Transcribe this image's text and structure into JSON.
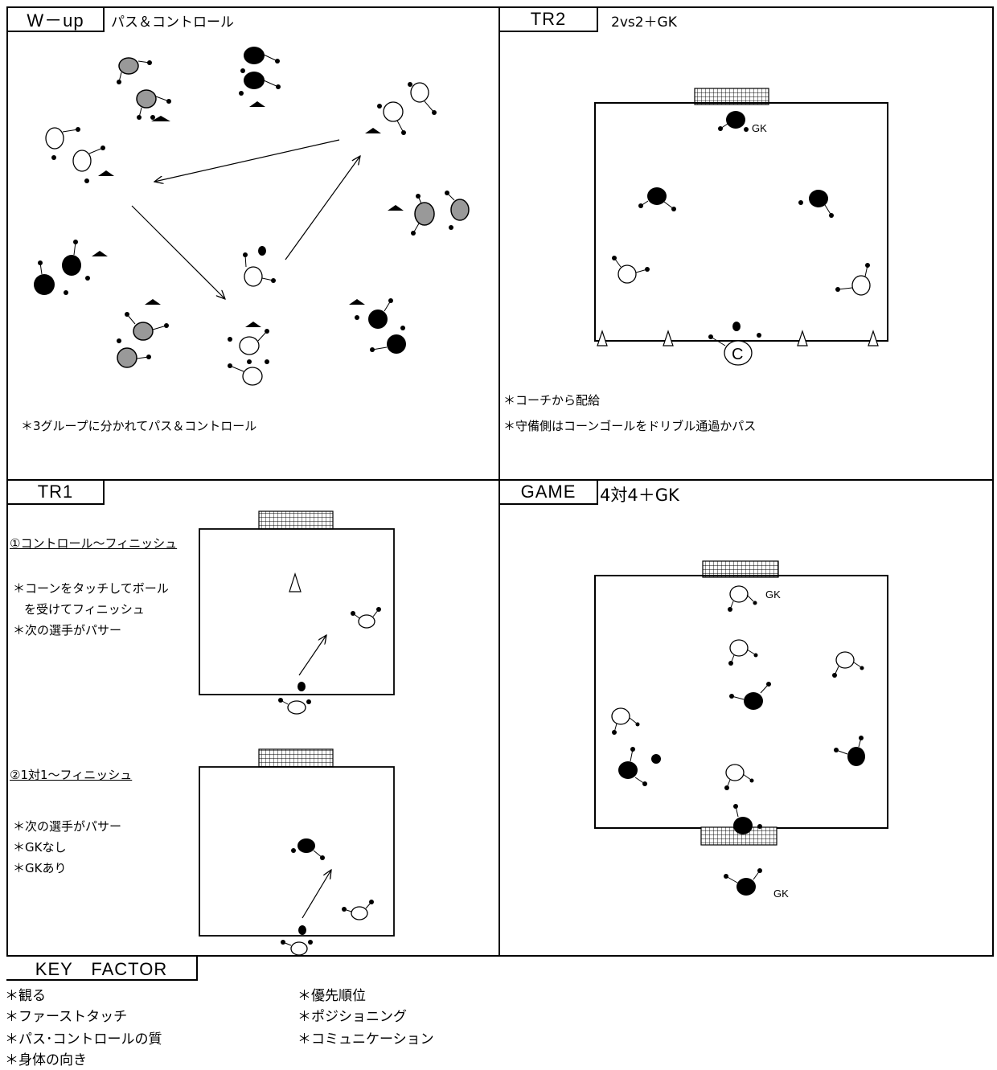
{
  "wup": {
    "tab": "W－up",
    "subtitle": "パス＆コントロール",
    "note": "＊3グループに分かれてパス＆コントロール"
  },
  "tr2": {
    "tab": "TR2",
    "subtitle": "2vs2＋GK",
    "gk_label": "GK",
    "coach_label": "C",
    "notes": [
      "＊コーチから配給",
      "＊守備側はコーンゴールをドリブル通過かパス"
    ]
  },
  "tr1": {
    "tab": "TR1",
    "part1_title": "①コントロール～フィニッシュ",
    "part1_notes": [
      "＊コーンをタッチしてボール",
      "を受けてフィニッシュ",
      "＊次の選手がパサー"
    ],
    "part2_title": "②1対1～フィニッシュ",
    "part2_notes": [
      "＊次の選手がパサー",
      "＊GKなし",
      "＊GKあり"
    ]
  },
  "game": {
    "tab": "GAME",
    "subtitle": "4対4＋GK",
    "gk_top": "GK",
    "gk_bottom": "GK"
  },
  "key_factor": {
    "title": "KEY　FACTOR",
    "left": [
      "＊観る",
      "＊ファーストタッチ",
      "＊パス･コントロールの質",
      "＊身体の向き"
    ],
    "right": [
      "＊優先順位",
      "＊ポジショニング",
      "＊コミュニケーション"
    ]
  },
  "colors": {
    "black_team": "#000000",
    "grey_team": "#999999",
    "white_team": "#ffffff"
  }
}
